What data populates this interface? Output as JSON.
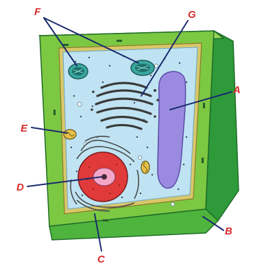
{
  "labels": {
    "a": "A",
    "b": "B",
    "c": "C",
    "d": "D",
    "e": "E",
    "f": "F",
    "g": "G"
  },
  "colors": {
    "wall_outer": "#7cc842",
    "wall_dark": "#2e9a3a",
    "membrane": "#d8c76a",
    "cytoplasm": "#bfe3f2",
    "vacuole": "#9a8be0",
    "nucleus": "#e03a3a",
    "nucleolus": "#f2a6c8",
    "chloroplast": "#3aa7a0",
    "mitochondrion": "#e7c24a",
    "label_text": "#d92b2b",
    "leader": "#1a2a6e"
  }
}
